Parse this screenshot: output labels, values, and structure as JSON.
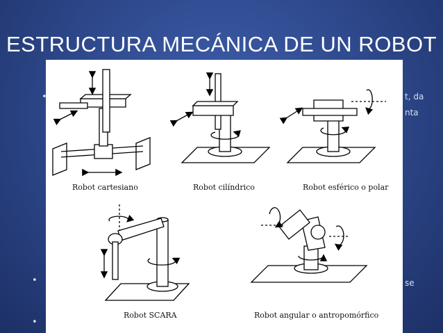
{
  "slide": {
    "title": "ESTRUCTURA MECÁNICA DE UN ROBOT",
    "background_color": "#2c4688"
  },
  "background_text": {
    "frag_top_right_1": "t, da",
    "frag_top_right_2": "nta",
    "frag_lower_right": "se"
  },
  "figure": {
    "captions": {
      "cartesian": "Robot cartesiano",
      "cylindrical": "Robot  cilíndrico",
      "spherical": "Robot esférico o polar",
      "scara": "Robot  SCARA",
      "angular": "Robot angular o antropomórfico"
    }
  }
}
